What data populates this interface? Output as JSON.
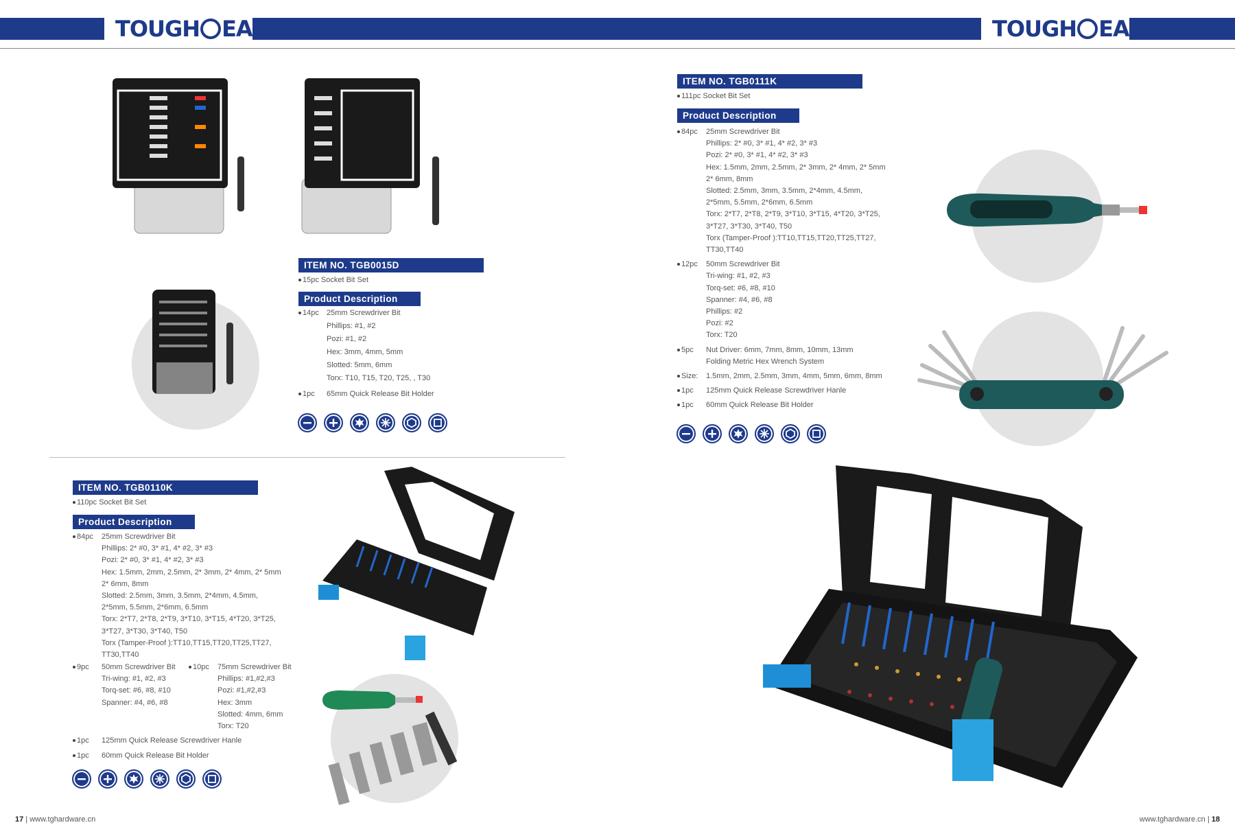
{
  "brand": {
    "logo_left": "TOUGH",
    "logo_right": "EAR",
    "color": "#1e3a8a"
  },
  "products": {
    "tgb0015d": {
      "item_no": "ITEM  NO.  TGB0015D",
      "subtitle": "15pc Socket Bit Set",
      "desc_title": "Product Description",
      "lines": [
        {
          "qty": "14pc",
          "text": "25mm Screwdriver Bit"
        },
        {
          "qty": "",
          "text": "Phillips:  #1,  #2"
        },
        {
          "qty": "",
          "text": "Pozi:  #1,  #2"
        },
        {
          "qty": "",
          "text": "Hex:  3mm, 4mm,  5mm"
        },
        {
          "qty": "",
          "text": "Slotted:  5mm,  6mm"
        },
        {
          "qty": "",
          "text": "Torx: T10, T15, T20, T25, , T30"
        },
        {
          "qty": "1pc",
          "text": "65mm Quick Release Bit Holder"
        }
      ]
    },
    "tgb0111k": {
      "item_no": "ITEM  NO.  TGB0111K",
      "subtitle": "111pc Socket  Bit  Set",
      "desc_title": "Product Description",
      "lines": [
        {
          "qty": "84pc",
          "text": "25mm Screwdriver Bit"
        },
        {
          "qty": "",
          "text": "Phillips:  2* #0,  3* #1,  4* #2,  3* #3"
        },
        {
          "qty": "",
          "text": "Pozi:   2* #0,  3* #1,  4* #2,  3* #3"
        },
        {
          "qty": "",
          "text": "Hex:  1.5mm, 2mm, 2.5mm, 2* 3mm, 2* 4mm,  2* 5mm"
        },
        {
          "qty": "",
          "text": "2* 6mm,  8mm"
        },
        {
          "qty": "",
          "text": "Slotted:  2.5mm, 3mm, 3.5mm, 2*4mm, 4.5mm,"
        },
        {
          "qty": "",
          "text": "2*5mm,  5.5mm,  2*6mm, 6.5mm"
        },
        {
          "qty": "",
          "text": "Torx: 2*T7, 2*T8, 2*T9, 3*T10, 3*T15, 4*T20, 3*T25,"
        },
        {
          "qty": "",
          "text": "3*T27, 3*T30, 3*T40, T50"
        },
        {
          "qty": "",
          "text": "Torx (Tamper-Proof ):TT10,TT15,TT20,TT25,TT27,"
        },
        {
          "qty": "",
          "text": "TT30,TT40"
        },
        {
          "qty": "12pc",
          "text": "50mm Screwdriver Bit"
        },
        {
          "qty": "",
          "text": "Tri-wing: #1, #2, #3"
        },
        {
          "qty": "",
          "text": "Torq-set:  #6, #8, #10"
        },
        {
          "qty": "",
          "text": "Spanner:  #4, #6, #8"
        },
        {
          "qty": "",
          "text": "Phillips: #2"
        },
        {
          "qty": "",
          "text": "Pozi:   #2"
        },
        {
          "qty": "",
          "text": "Torx: T20"
        },
        {
          "qty": "5pc",
          "text": "Nut Driver: 6mm, 7mm, 8mm, 10mm,  13mm"
        },
        {
          "qty": "",
          "text": "Folding Metric Hex Wrench System"
        },
        {
          "qty": "Size:",
          "text": "1.5mm, 2mm, 2.5mm, 3mm, 4mm,  5mm, 6mm, 8mm"
        },
        {
          "qty": "1pc",
          "text": "125mm Quick Release Screwdriver Hanle"
        },
        {
          "qty": "1pc",
          "text": "60mm Quick Release Bit Holder"
        }
      ]
    },
    "tgb0110k": {
      "item_no": "ITEM  NO.  TGB0110K",
      "subtitle": "110pc Socket Bit Set",
      "desc_title": "Product Description",
      "lines": [
        {
          "qty": "84pc",
          "text": "25mm Screwdriver Bit"
        },
        {
          "qty": "",
          "text": "Phillips:  2* #0,  3* #1,  4* #2,  3* #3"
        },
        {
          "qty": "",
          "text": "Pozi:   2* #0,  3* #1,  4* #2,  3* #3"
        },
        {
          "qty": "",
          "text": "Hex:  1.5mm, 2mm, 2.5mm, 2* 3mm, 2* 4mm,  2* 5mm"
        },
        {
          "qty": "",
          "text": "2* 6mm,  8mm"
        },
        {
          "qty": "",
          "text": "Slotted:  2.5mm, 3mm, 3.5mm, 2*4mm, 4.5mm,"
        },
        {
          "qty": "",
          "text": " 2*5mm,  5.5mm,  2*6mm, 6.5mm"
        },
        {
          "qty": "",
          "text": "Torx: 2*T7, 2*T8, 2*T9, 3*T10, 3*T15, 4*T20, 3*T25,"
        },
        {
          "qty": "",
          "text": "3*T27, 3*T30, 3*T40, T50"
        },
        {
          "qty": "",
          "text": "Torx (Tamper-Proof ):TT10,TT15,TT20,TT25,TT27,"
        },
        {
          "qty": "",
          "text": "TT30,TT40"
        }
      ],
      "col_a": [
        {
          "qty": "9pc",
          "text": "50mm Screwdriver Bit"
        },
        {
          "qty": "",
          "text": "Tri-wing: #1, #2, #3"
        },
        {
          "qty": "",
          "text": "Torq-set:  #6, #8, #10"
        },
        {
          "qty": "",
          "text": "Spanner:  #4, #6, #8"
        }
      ],
      "col_b": [
        {
          "qty": "10pc",
          "text": "75mm Screwdriver Bit"
        },
        {
          "qty": "",
          "text": "Phillips:  #1,#2,#3"
        },
        {
          "qty": "",
          "text": "Pozi:  #1,#2,#3"
        },
        {
          "qty": "",
          "text": "Hex:  3mm"
        },
        {
          "qty": "",
          "text": "Slotted:  4mm,  6mm"
        },
        {
          "qty": "",
          "text": "Torx:  T20"
        }
      ],
      "tail": [
        {
          "qty": "1pc",
          "text": "125mm Quick Release Screwdriver Hanle"
        },
        {
          "qty": "1pc",
          "text": "60mm Quick Release Bit Holder"
        }
      ]
    }
  },
  "bit_icons": [
    "slotted-icon",
    "phillips-icon",
    "torx-icon",
    "pozi-icon",
    "hex-icon",
    "square-icon"
  ],
  "footer": {
    "left_page": "17",
    "left_url": "www.tghardware.cn",
    "right_url": "www.tghardware.cn",
    "right_page": "18"
  }
}
